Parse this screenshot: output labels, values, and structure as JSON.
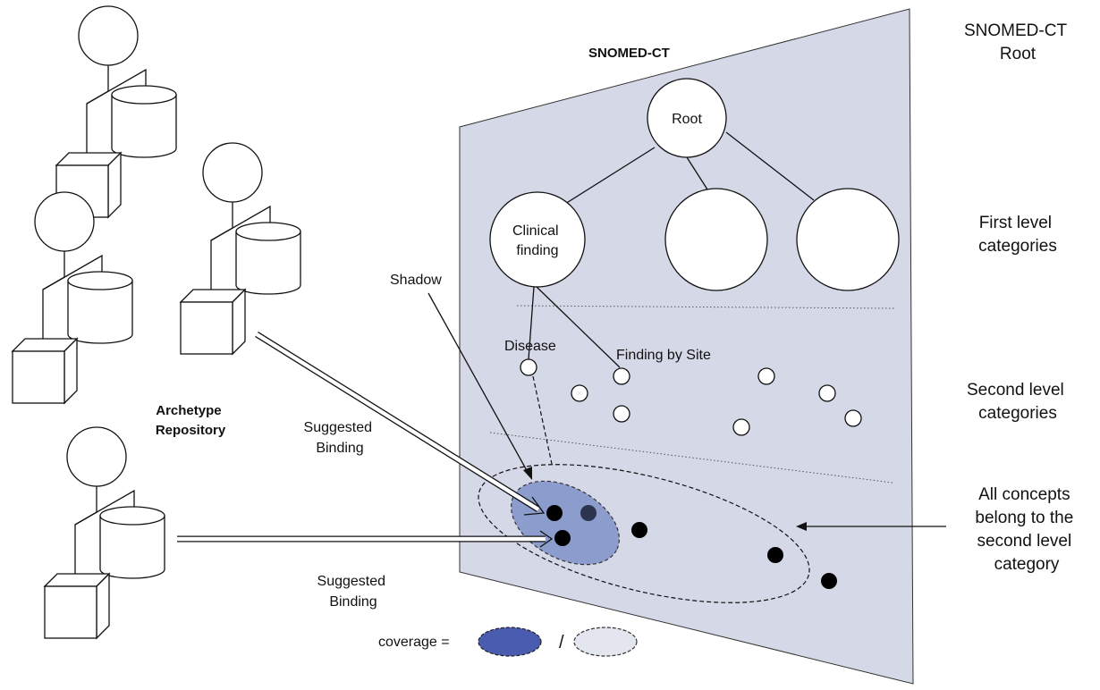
{
  "diagram": {
    "snomed_title": "SNOMED-CT",
    "nodes": {
      "root": "Root",
      "clinical_finding": [
        "Clinical",
        "finding"
      ],
      "disease": "Disease",
      "finding_by_site": "Finding by Site"
    },
    "side_labels": {
      "root_level": [
        "SNOMED-CT",
        "Root"
      ],
      "first_level": [
        "First level",
        "categories"
      ],
      "second_level": [
        "Second level",
        "categories"
      ],
      "all_concepts": [
        "All concepts",
        "belong to the",
        "second level",
        "category"
      ]
    },
    "archetype_repository": [
      "Archetype",
      "Repository"
    ],
    "shadow": "Shadow",
    "suggested_binding_upper": [
      "Suggested",
      "Binding"
    ],
    "suggested_binding_lower": [
      "Suggested",
      "Binding"
    ],
    "coverage": {
      "label": "coverage =",
      "separator": "/"
    },
    "colors": {
      "plane_fill": "#d5d8e6",
      "shadow_fill": "#8c9ccc",
      "coverage_dark": "#4a5cb0",
      "coverage_light": "#e3e6ef",
      "concept_dot": "#000000",
      "shadow_dot": "#2c3450"
    }
  }
}
